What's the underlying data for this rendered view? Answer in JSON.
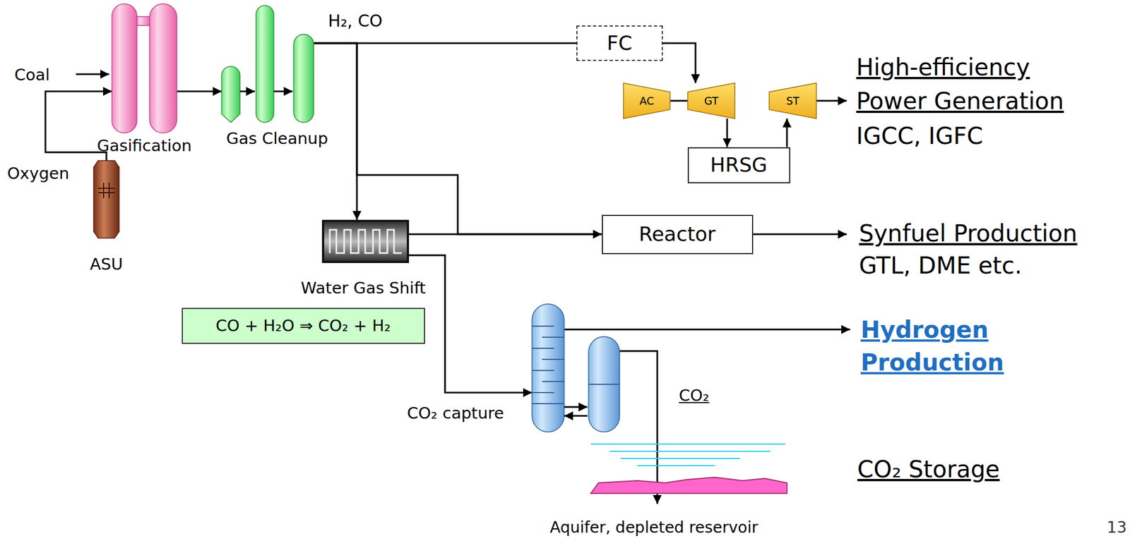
{
  "diagram": {
    "nodes": [
      {
        "text": [
          "Gasification"
        ]
      },
      {
        "text": [
          "Gas Cleanup"
        ]
      },
      {
        "text": [
          "ASU"
        ]
      },
      {
        "text": [
          "FC"
        ]
      },
      {
        "text": [
          "AC"
        ]
      },
      {
        "text": [
          "GT"
        ]
      },
      {
        "text": [
          "ST"
        ]
      },
      {
        "text": [
          "HRSG"
        ]
      },
      {
        "text": [
          "Water Gas Shift"
        ]
      },
      {
        "text": [
          "Reactor"
        ]
      },
      {
        "text": [
          "CO + H₂O ⇒ CO₂ + H₂"
        ]
      },
      {
        "text": [
          "CO₂ capture"
        ]
      }
    ],
    "edges": [
      {
        "from": 2,
        "to": 0,
        "arrow": "to"
      },
      {
        "from": 0,
        "to": 1,
        "arrow": "to"
      },
      {
        "from": 1,
        "to": 3,
        "arrow": "none"
      },
      {
        "from": 1,
        "to": 8,
        "arrow": "to"
      },
      {
        "from": 1,
        "to": 9,
        "arrow": "to"
      },
      {
        "from": 8,
        "to": 9,
        "arrow": "to"
      },
      {
        "from": 8,
        "to": 11,
        "arrow": "to"
      },
      {
        "from": 3,
        "to": 5,
        "arrow": "to"
      },
      {
        "from": 4,
        "to": 5,
        "arrow": "none"
      },
      {
        "from": 5,
        "to": 7,
        "arrow": "to"
      },
      {
        "from": 7,
        "to": 6,
        "arrow": "to"
      }
    ],
    "labels": [
      "Coal",
      "Oxygen",
      "H₂, CO",
      "High-efficiency Power Generation",
      "IGCC, IGFC",
      "Synfuel Production",
      "GTL, DME etc.",
      "Hydrogen Production",
      "CO₂",
      "CO₂ Storage",
      "Aquifer, depleted reservoir",
      "13"
    ]
  }
}
